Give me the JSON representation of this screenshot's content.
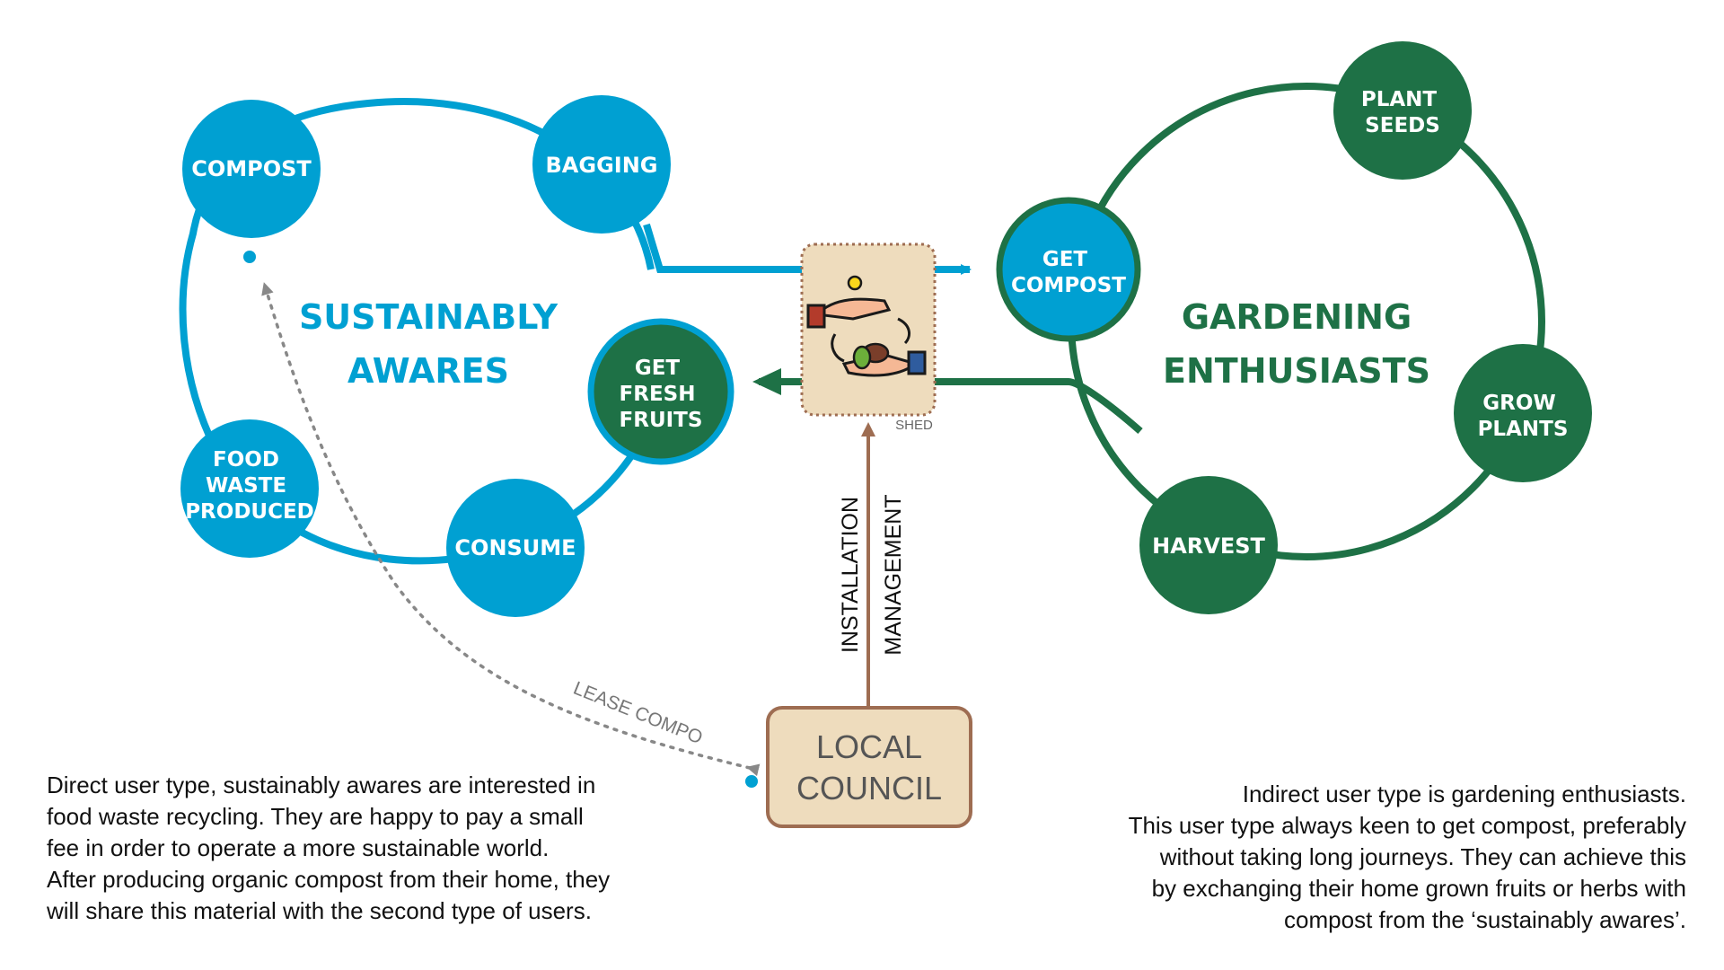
{
  "colors": {
    "blue": "#00A0D2",
    "green": "#1E7146",
    "brown": "#9E6D52",
    "council_fill": "#EEDCBD",
    "shed_fill": "#EEDCBD",
    "dotted_grey": "#888888"
  },
  "sustainably_awares": {
    "title_line1": "SUSTAINABLY",
    "title_line2": "AWARES",
    "nodes": [
      {
        "lines": [
          "COMPOST"
        ]
      },
      {
        "lines": [
          "BAGGING"
        ]
      },
      {
        "lines": [
          "GET",
          "FRESH",
          "FRUITS"
        ]
      },
      {
        "lines": [
          "CONSUME"
        ]
      },
      {
        "lines": [
          "FOOD",
          "WASTE",
          "PRODUCED"
        ]
      }
    ]
  },
  "gardening_enthusiasts": {
    "title_line1": "GARDENING",
    "title_line2": "ENTHUSIASTS",
    "nodes": [
      {
        "lines": [
          "GET",
          "COMPOST"
        ]
      },
      {
        "lines": [
          "PLANT",
          "SEEDS"
        ]
      },
      {
        "lines": [
          "GROW",
          "PLANTS"
        ]
      },
      {
        "lines": [
          "HARVEST"
        ]
      }
    ]
  },
  "shed": {
    "label": "SHED",
    "icon": "hands-exchange-icon"
  },
  "council": {
    "line1": "LOCAL",
    "line2": "COUNCIL"
  },
  "arrow_labels": {
    "installation": "INSTALLATION",
    "management": "MANAGEMENT",
    "lease": "LEASE COMPO"
  },
  "descriptions": {
    "left": [
      "Direct user type, sustainably awares are interested in",
      "food waste recycling. They are happy to pay a small",
      "fee in order to operate a more sustainable world.",
      "After producing organic compost from their home, they",
      "will share this material with the second type of users."
    ],
    "right": [
      "Indirect user type is gardening enthusiasts.",
      "This user type always keen to get compost, preferably",
      "without taking long journeys. They can achieve this",
      "by exchanging their home grown fruits or herbs with",
      "compost from the ‘sustainably awares’."
    ]
  }
}
